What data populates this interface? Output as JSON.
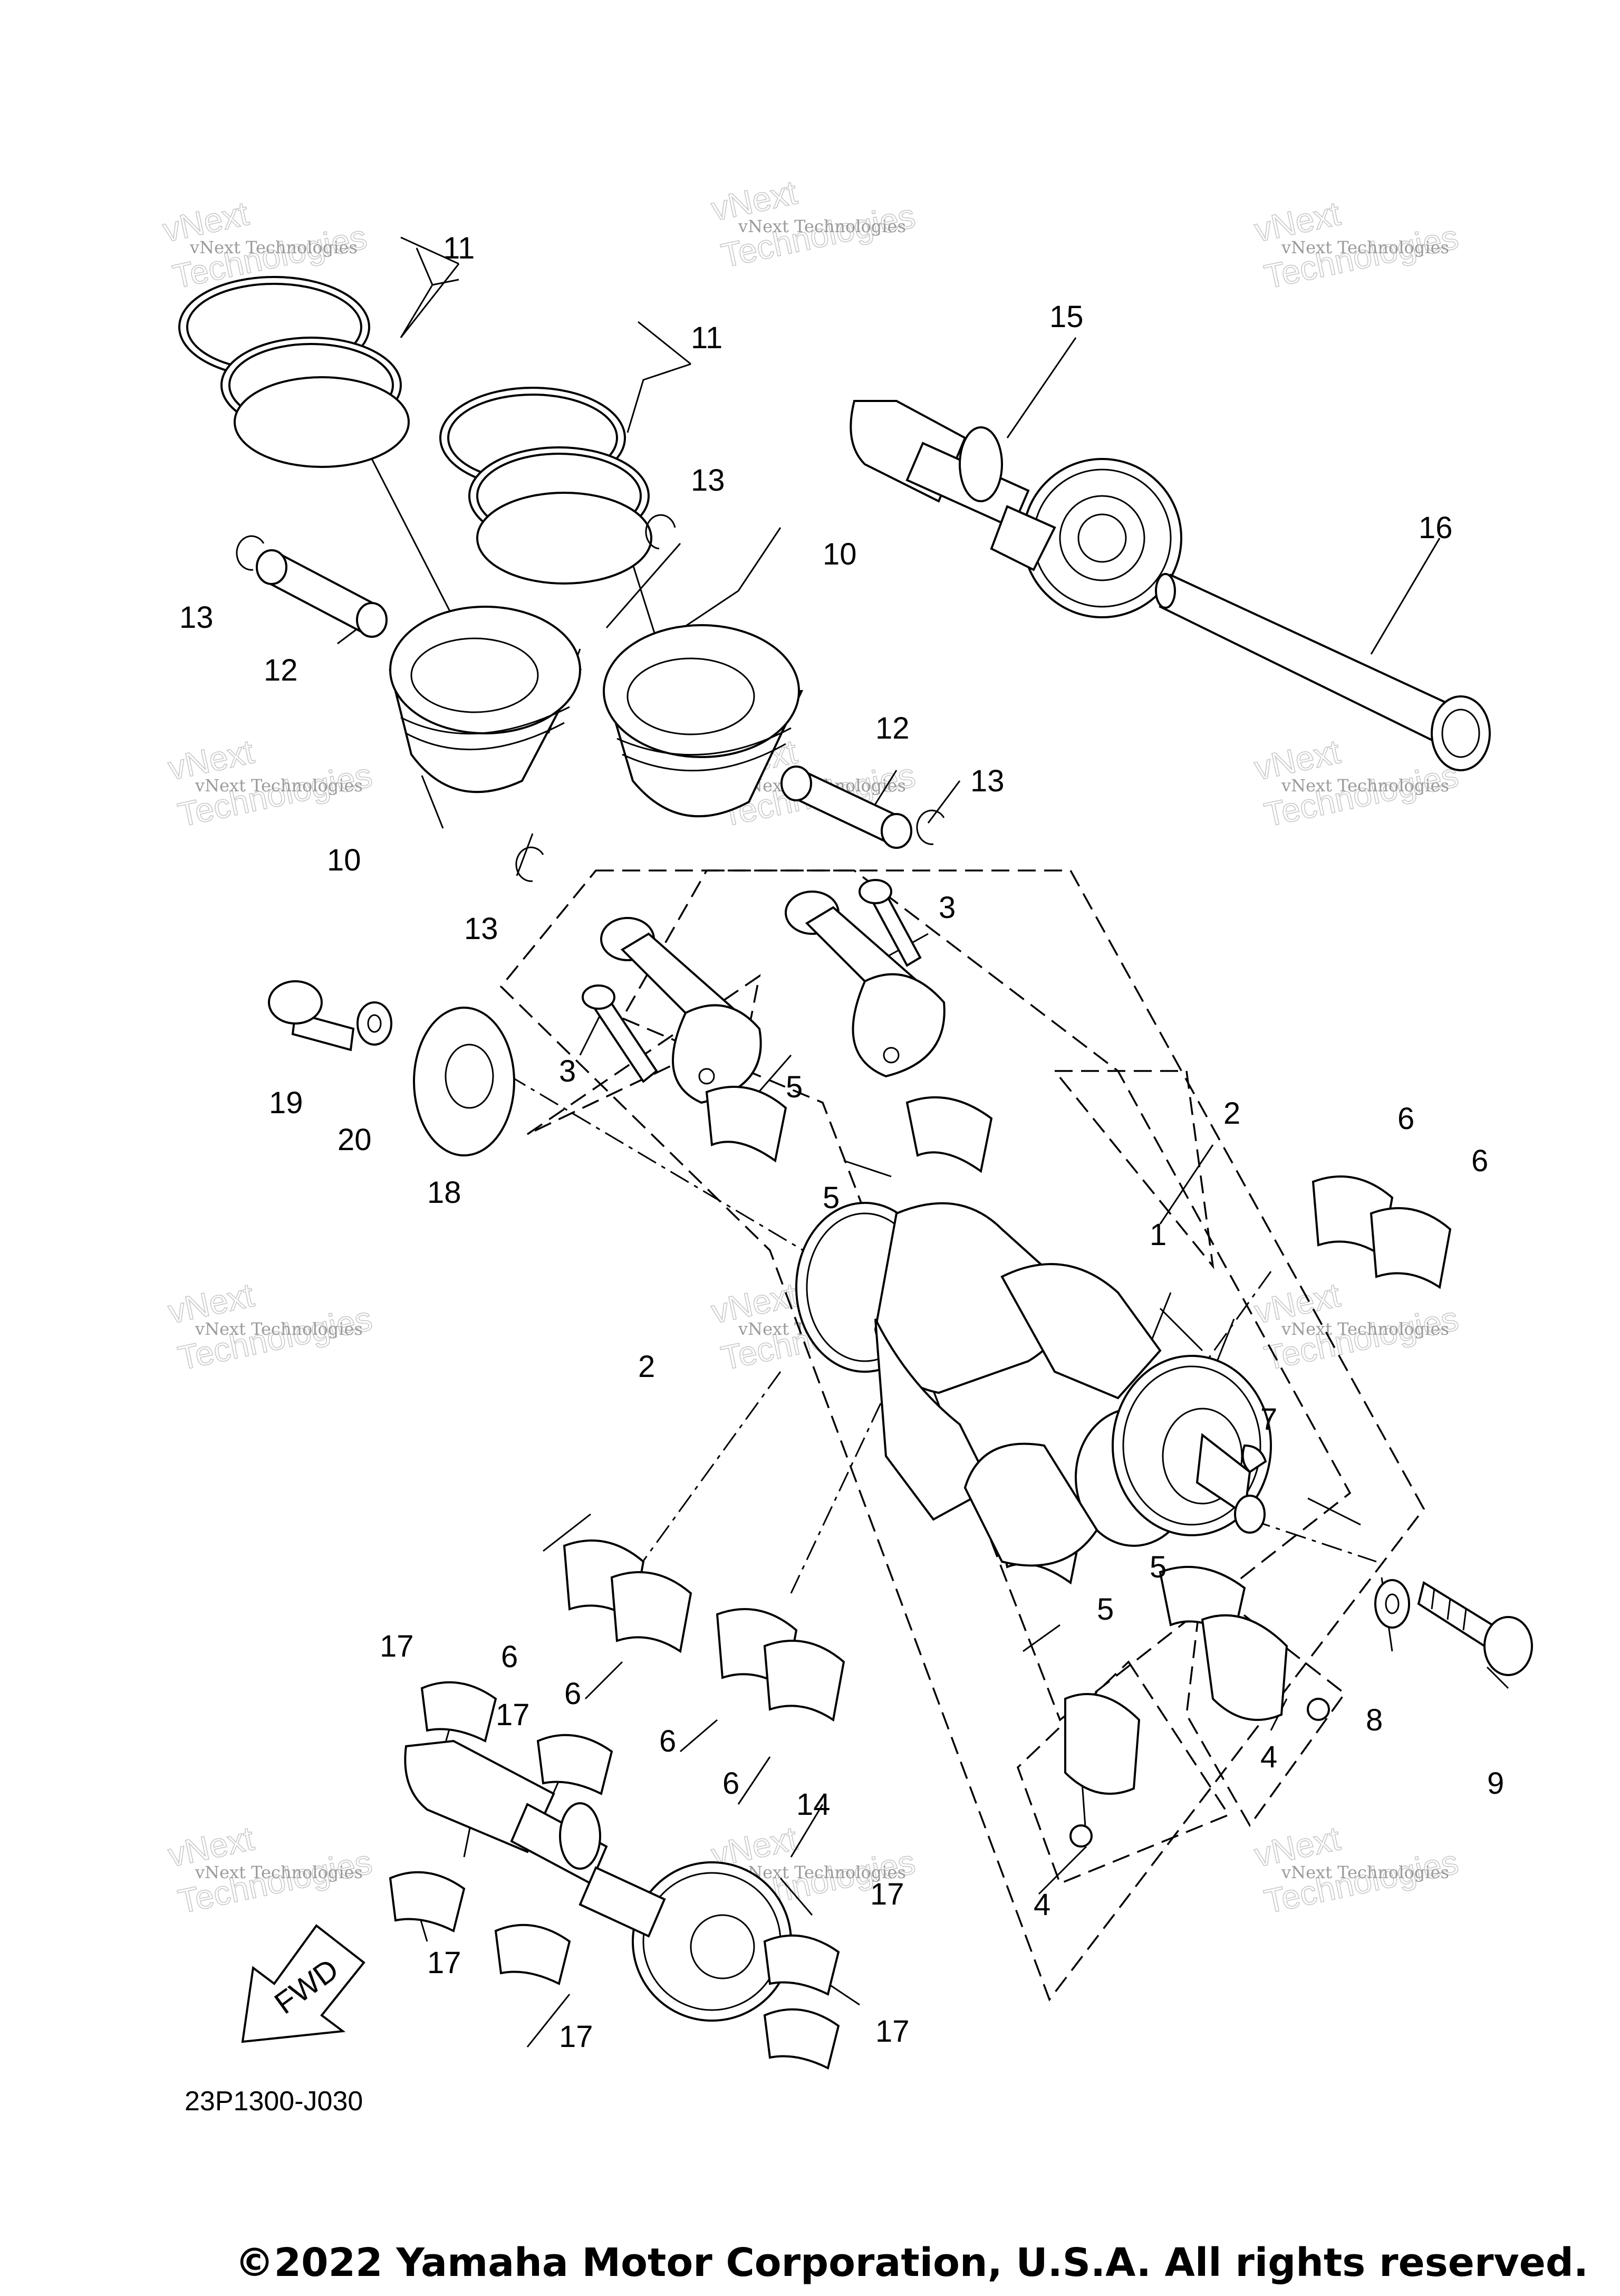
{
  "callouts": {
    "c1": "1",
    "c2a": "2",
    "c2b": "2",
    "c3a": "3",
    "c3b": "3",
    "c4a": "4",
    "c4b": "4",
    "c5a": "5",
    "c5b": "5",
    "c5c": "5",
    "c5d": "5",
    "c6a": "6",
    "c6b": "6",
    "c6c": "6",
    "c6d": "6",
    "c6e": "6",
    "c6f": "6",
    "c7": "7",
    "c8": "8",
    "c9": "9",
    "c10a": "10",
    "c10b": "10",
    "c11a": "11",
    "c11b": "11",
    "c12a": "12",
    "c12b": "12",
    "c13a": "13",
    "c13b": "13",
    "c13c": "13",
    "c13d": "13",
    "c14": "14",
    "c15": "15",
    "c16": "16",
    "c17a": "17",
    "c17b": "17",
    "c17c": "17",
    "c17d": "17",
    "c17e": "17",
    "c17f": "17",
    "c18": "18",
    "c19": "19",
    "c20": "20"
  },
  "fwd_label": "FWD",
  "diagram_code": "23P1300-J030",
  "watermark": {
    "line1": "vNext Technologies",
    "line2": "vNext",
    "line3": "Technologies"
  },
  "copyright": "©2022 Yamaha Motor Corporation, U.S.A. All rights reserved."
}
